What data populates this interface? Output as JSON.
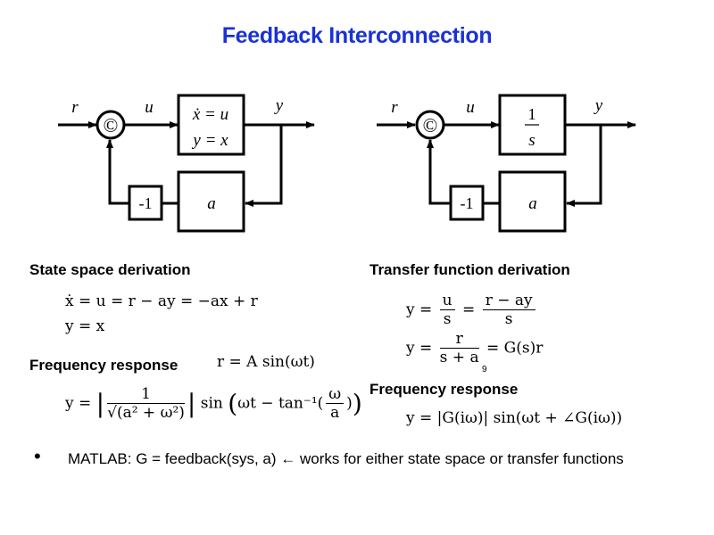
{
  "slide": {
    "title": "Feedback Interconnection",
    "page_number": "9"
  },
  "diagrams": [
    {
      "id": "state-space",
      "signals": {
        "input": "r",
        "control": "u",
        "output": "y"
      },
      "summing_junction_symbol": "©",
      "plant_lines": [
        "ẋ = u",
        "y = x"
      ],
      "feedback_gain": "a",
      "sign_block": "-1"
    },
    {
      "id": "transfer-function",
      "signals": {
        "input": "r",
        "control": "u",
        "output": "y"
      },
      "summing_junction_symbol": "©",
      "plant_numerator": "1",
      "plant_denominator": "s",
      "feedback_gain": "a",
      "sign_block": "-1"
    }
  ],
  "state_space": {
    "heading": "State space derivation",
    "eq1": "ẋ = u = r − ay = −ax + r",
    "eq2": "y = x"
  },
  "frequency_left": {
    "heading": "Frequency response",
    "input_eq": "r = A sin(ωt)",
    "y_prefix": "y =",
    "amp_num": "1",
    "amp_den": "√(a² + ω²)",
    "sin_part": "sin",
    "phase_part": "ωt − tan⁻¹",
    "phase_num": "ω",
    "phase_den": "a"
  },
  "transfer_function": {
    "heading": "Transfer function derivation",
    "eq1_lhs": "y =",
    "eq1_f1_num": "u",
    "eq1_f1_den": "s",
    "eq1_f2_num": "r − ay",
    "eq1_f2_den": "s",
    "eq2_lhs": "y =",
    "eq2_num": "r",
    "eq2_den": "s + a",
    "eq2_rhs": "= G(s)r"
  },
  "frequency_right": {
    "heading": "Frequency response",
    "eq": "y = |G(iω)| sin(ωt + ∠G(iω))"
  },
  "bullet": {
    "marker": "•",
    "text": "MATLAB: G = feedback(sys, a)  ← works for either state space or transfer functions"
  }
}
